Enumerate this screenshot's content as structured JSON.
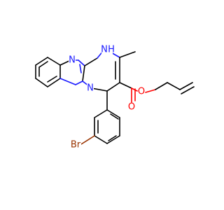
{
  "molecule": {
    "atoms": {
      "n_imine": "N",
      "nh": "N",
      "h": "H",
      "n_bridge": "N",
      "o_carbonyl": "O",
      "o_ester": "O",
      "br": "Br"
    },
    "colors": {
      "bond": "#000000",
      "nitrogen": "#1a1aff",
      "oxygen": "#ff0000",
      "bromine": "#993300",
      "background": "#ffffff"
    }
  }
}
